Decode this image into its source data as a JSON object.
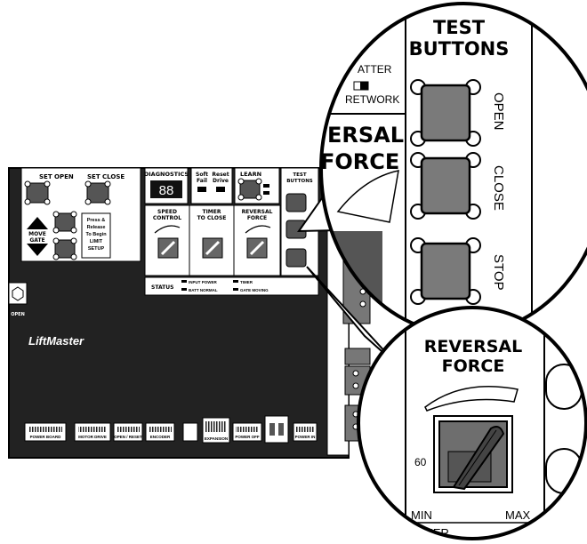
{
  "board": {
    "set_open": "SET OPEN",
    "set_close": "SET CLOSE",
    "diagnostics": "DIAGNOSTICS",
    "display": "88",
    "soft_fail": "Soft",
    "soft_fail2": "Fail",
    "reset_drive": "Reset",
    "reset_drive2": "Drive",
    "learn": "LEARN",
    "test_buttons": "TEST",
    "test_buttons2": "BUTTONS",
    "move_gate": "MOVE",
    "move_gate2": "GATE",
    "press_release": [
      "Press &",
      "Release",
      "To Begin",
      "LIMIT",
      "SETUP"
    ],
    "speed_control": "SPEED",
    "speed_control2": "CONTROL",
    "timer_close": "TIMER",
    "timer_close2": "TO CLOSE",
    "reversal_force": "REVERSAL",
    "reversal_force2": "FORCE",
    "status": "STATUS",
    "status_items": [
      "INPUT POWER",
      "TIMER",
      "GATE MOVING",
      "BATT NORMAL"
    ],
    "brand": "LiftMaster",
    "open_label": "OPEN",
    "connectors": [
      "POWER BOARD",
      "MOTOR DRIVE",
      "OPEN / RESET",
      "ENCODER",
      "EXPANSION",
      "POWER OFF",
      "POWER IN"
    ]
  },
  "zoom_top": {
    "title1": "TEST",
    "title2": "BUTTONS",
    "partial1": "ATTER",
    "partial2": "RETWORK",
    "partial3": "ERSAL",
    "partial4": "FORCE",
    "btn_open": "OPEN",
    "btn_close": "CLOSE",
    "btn_stop": "STOP"
  },
  "zoom_bottom": {
    "title1": "REVERSAL",
    "title2": "FORCE",
    "num": "60",
    "min": "MIN",
    "max": "MAX",
    "partial": "MER"
  }
}
